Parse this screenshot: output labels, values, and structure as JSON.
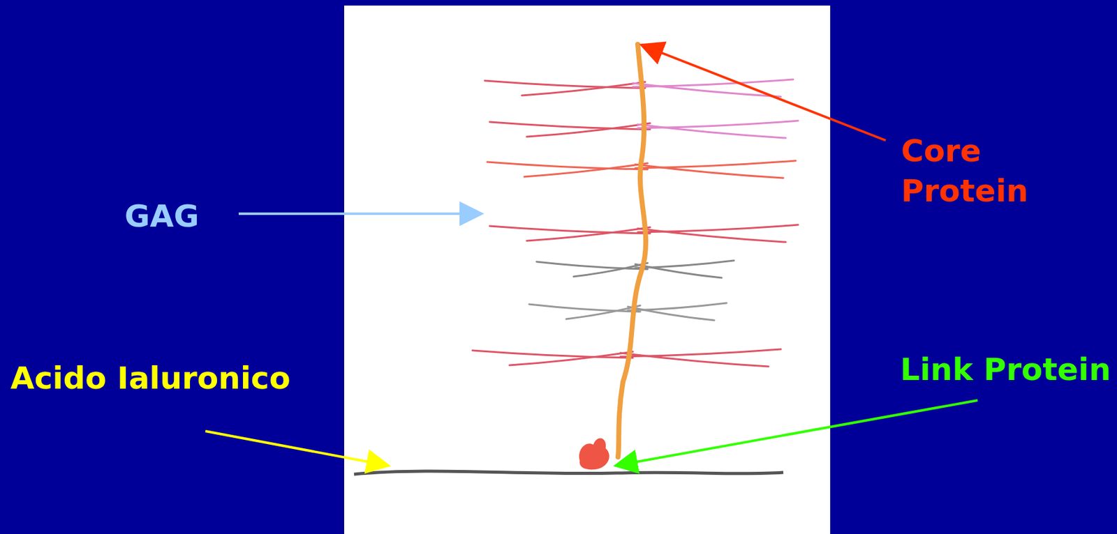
{
  "diagram": {
    "labels": [
      "Core Protein",
      "GAG",
      "Acido Ialuronico",
      "Link Protein"
    ]
  }
}
